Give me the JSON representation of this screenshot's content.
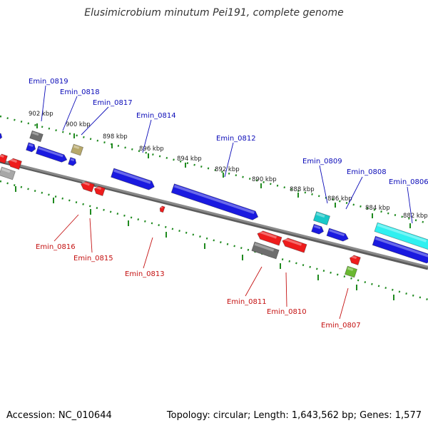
{
  "title": "Elusimicrobium minutum Pei191, complete genome",
  "footer": {
    "accession": "Accession: NC_010644",
    "topology": "Topology: circular; Length: 1,643,562 bp; Genes: 1,577"
  },
  "colors": {
    "forward": "#1a1ae0",
    "reverse": "#ee1c1c",
    "forward_label": "#0a0ab8",
    "reverse_label": "#c41010",
    "tick": "#1f8a1f",
    "backbone": "#8a8a8a"
  },
  "ticks": [
    "902 kbp",
    "900 kbp",
    "898 kbp",
    "896 kbp",
    "894 kbp",
    "892 kbp",
    "890 kbp",
    "888 kbp",
    "886 kbp",
    "884 kbp",
    "882 kbp"
  ],
  "forward_labels": [
    "Emin_0819",
    "Emin_0818",
    "Emin_0817",
    "Emin_0814",
    "Emin_0812",
    "Emin_0809",
    "Emin_0808",
    "Emin_0806"
  ],
  "reverse_labels": [
    "Emin_0816",
    "Emin_0815",
    "Emin_0813",
    "Emin_0811",
    "Emin_0810",
    "Emin_0807"
  ]
}
